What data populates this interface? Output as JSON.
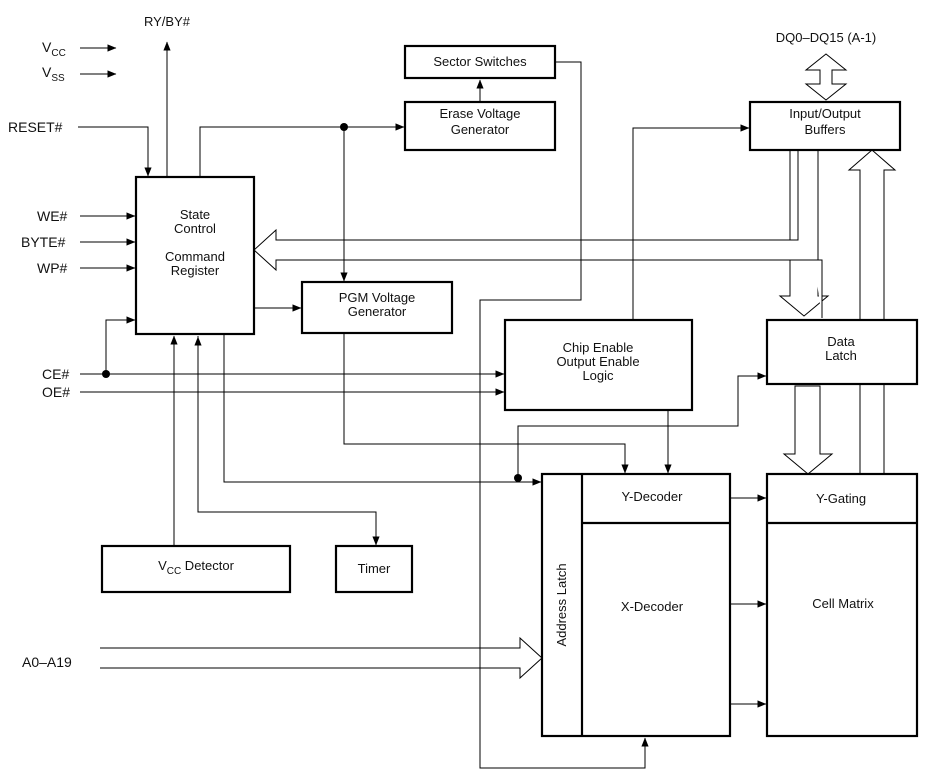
{
  "blocks": {
    "sector_switches": "Sector Switches",
    "erase_voltage": [
      "Erase Voltage",
      "Generator"
    ],
    "io_buffers": [
      "Input/Output",
      "Buffers"
    ],
    "state_control": [
      "State",
      "Control",
      "Command",
      "Register"
    ],
    "pgm_voltage": [
      "PGM Voltage",
      "Generator"
    ],
    "chip_enable": [
      "Chip Enable",
      "Output Enable",
      "Logic"
    ],
    "data_latch": [
      "Data",
      "Latch"
    ],
    "y_decoder": "Y-Decoder",
    "y_gating": "Y-Gating",
    "x_decoder": "X-Decoder",
    "cell_matrix": "Cell Matrix",
    "address_latch": "Address Latch",
    "vcc_detector": {
      "prefix": "V",
      "sub": "CC",
      "suffix": " Detector"
    },
    "timer": "Timer"
  },
  "signals": {
    "vcc": {
      "main": "V",
      "sub": "CC"
    },
    "vss": {
      "main": "V",
      "sub": "SS"
    },
    "ry_by": "RY/BY#",
    "reset": "RESET#",
    "we": "WE#",
    "byte": "BYTE#",
    "wp": "WP#",
    "ce": "CE#",
    "oe": "OE#",
    "address": "A0–A19",
    "dq": "DQ0–DQ15 (A-1)"
  }
}
